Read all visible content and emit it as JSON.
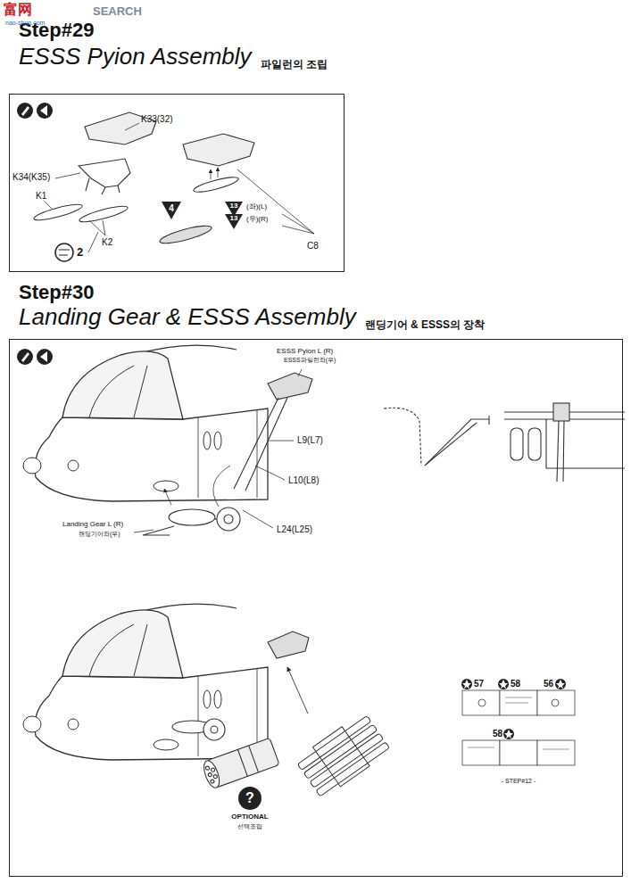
{
  "diagram": {
    "nodes": [
      {
        "text": [
          "Step#29",
          "ESSS Pyion Assembly",
          "파일런의 조립"
        ]
      },
      {
        "text": [
          "Step#30",
          "Landing Gear & ESSS Assembly",
          "랜딩기어 & ESSS의 장착"
        ]
      }
    ],
    "labels": [
      "富网",
      "SEARCH",
      "nao-shop.com",
      "K33(32)",
      "K34(K35)",
      "K1",
      "K2",
      "4",
      "13",
      "(좌)(L)",
      "13",
      "(우)(R)",
      "C8",
      "2",
      "ESSS Pyion L (R)",
      "ESSS파일런좌(우)",
      "L9(L7)",
      "L10(L8)",
      "L24(L25)",
      "Landing Gear L (R)",
      "랜딩기어좌(우)",
      "?",
      "OPTIONAL",
      "선택조립",
      "57",
      "58",
      "56",
      "58",
      "- STEP#12 -"
    ]
  }
}
